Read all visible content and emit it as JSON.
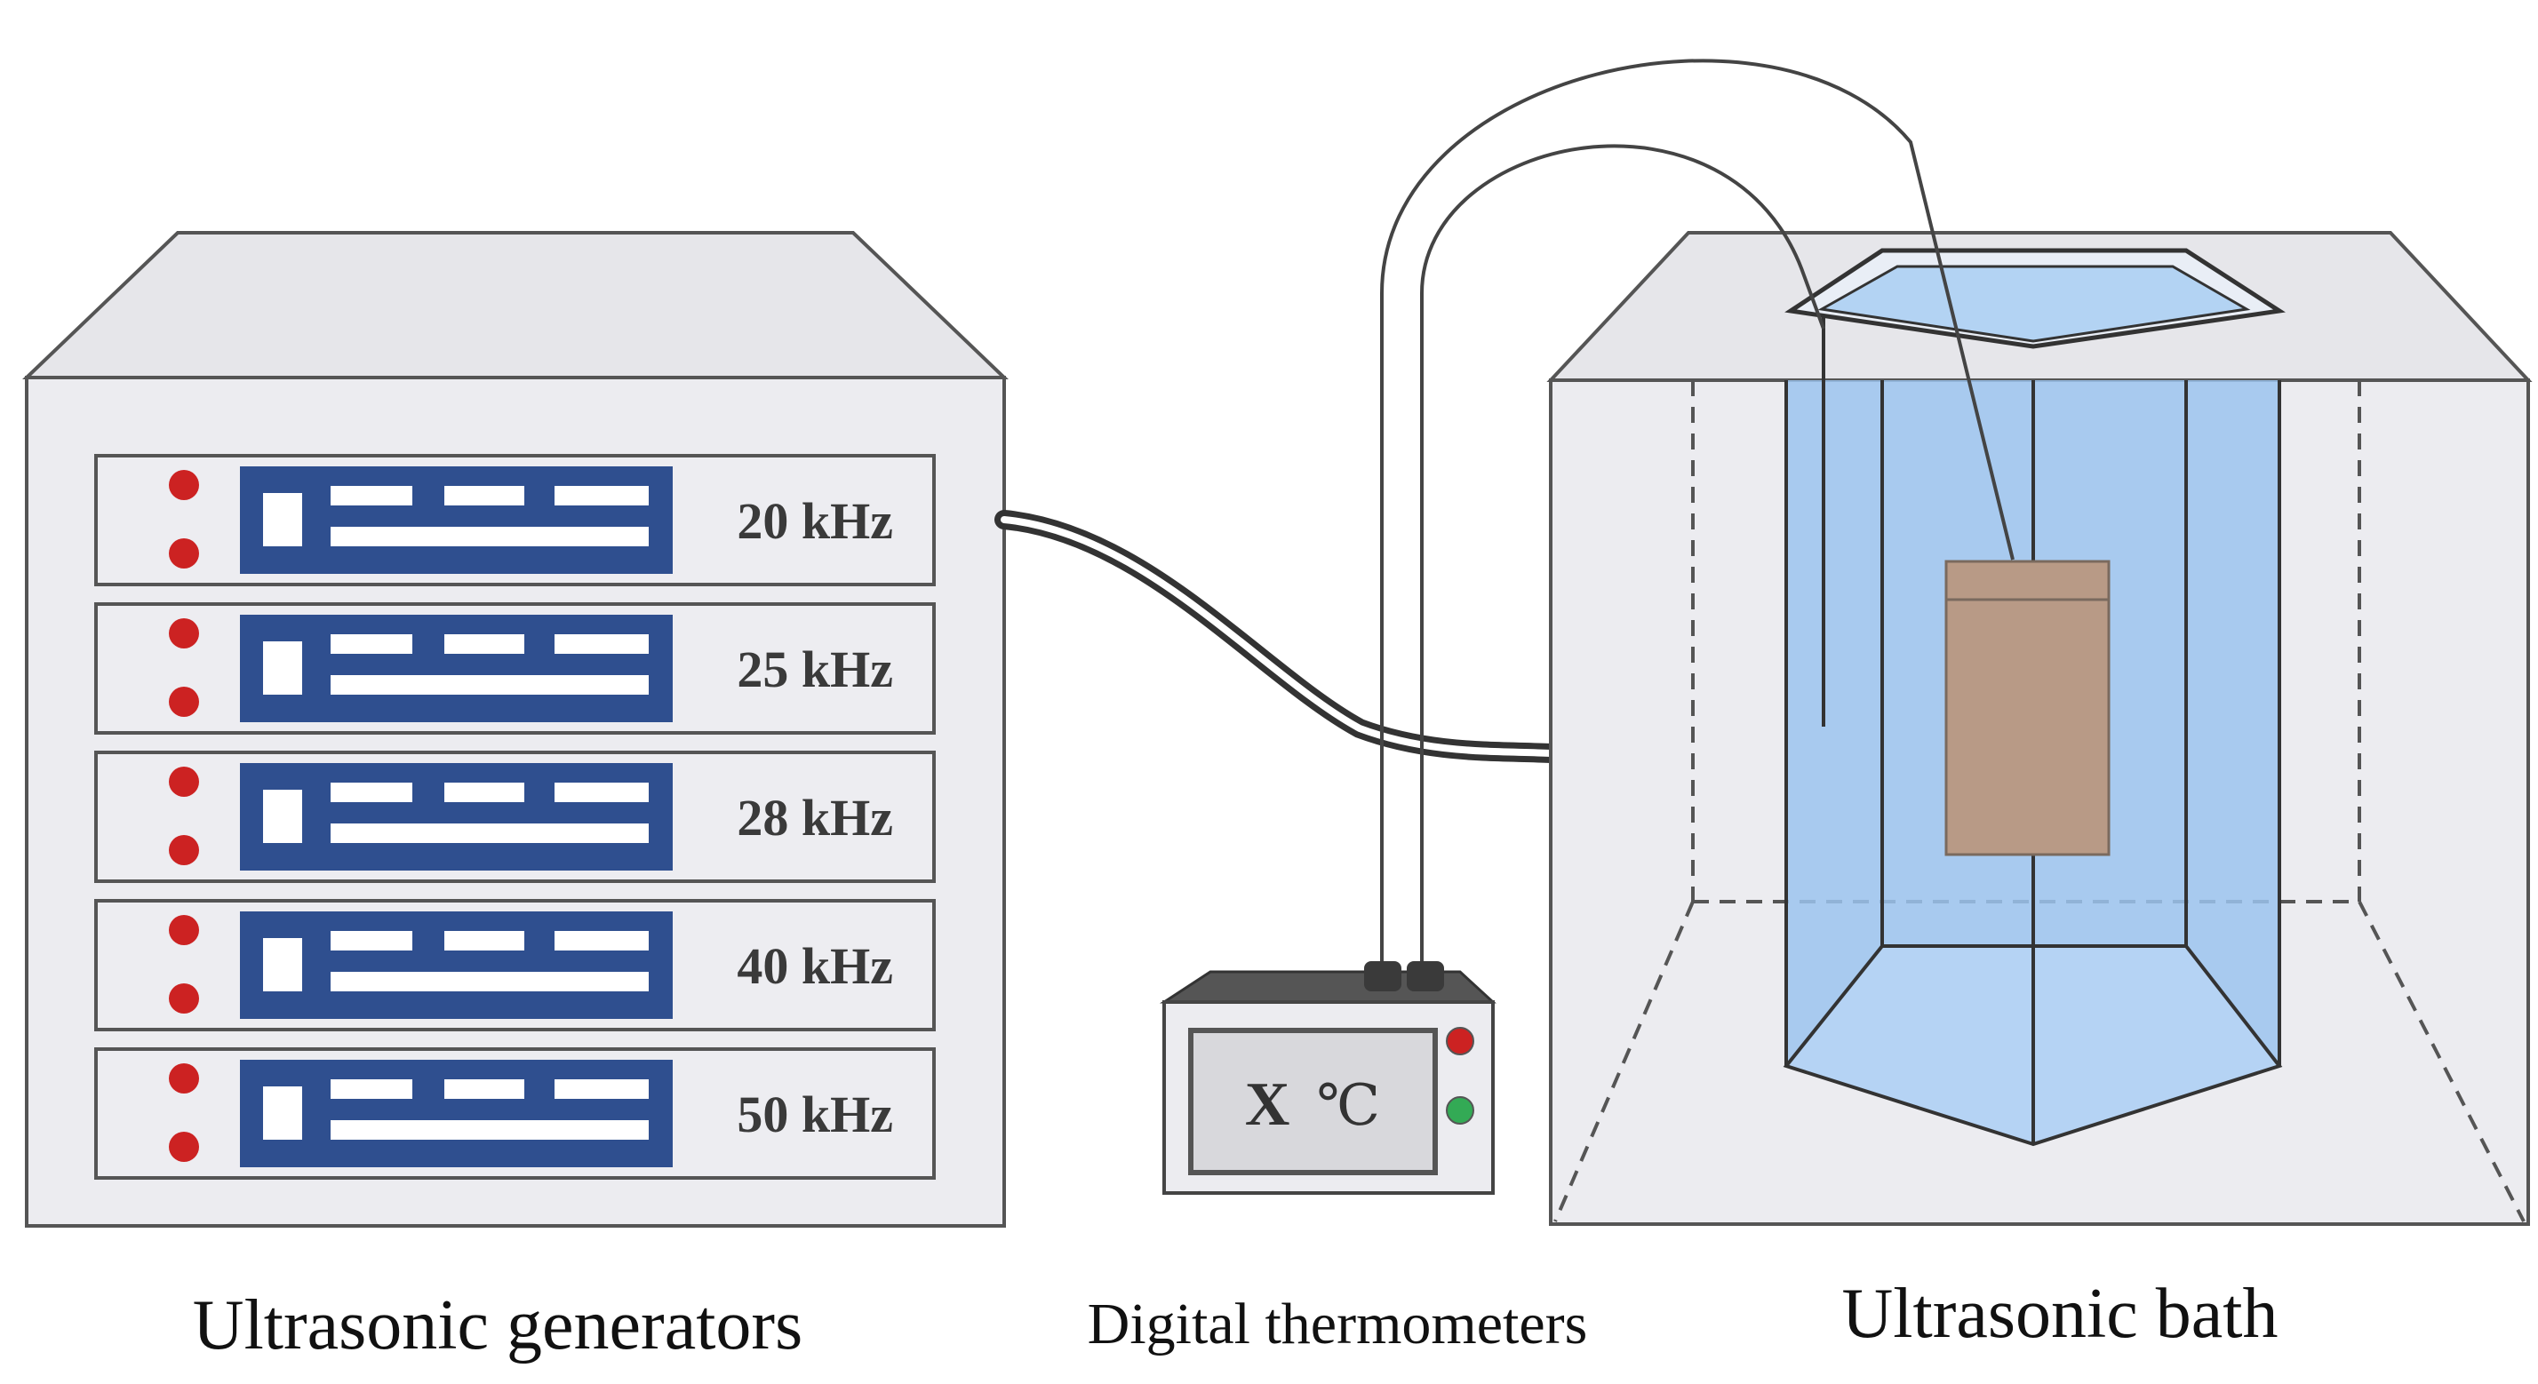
{
  "frequencies": [
    "20 kHz",
    "25 kHz",
    "28 kHz",
    "40 kHz",
    "50 kHz"
  ],
  "thermometer": {
    "value": "X",
    "unit": "℃"
  },
  "captions": {
    "generators": "Ultrasonic generators",
    "thermometers": "Digital thermometers",
    "bath": "Ultrasonic bath"
  },
  "colors": {
    "cabinet": "#ececf0",
    "outline": "#444444",
    "panel": "#2f4f8f",
    "indicator_red": "#cc2222",
    "indicator_green": "#33aa55",
    "water": "#9cc4ef",
    "sample": "#b89a86"
  }
}
